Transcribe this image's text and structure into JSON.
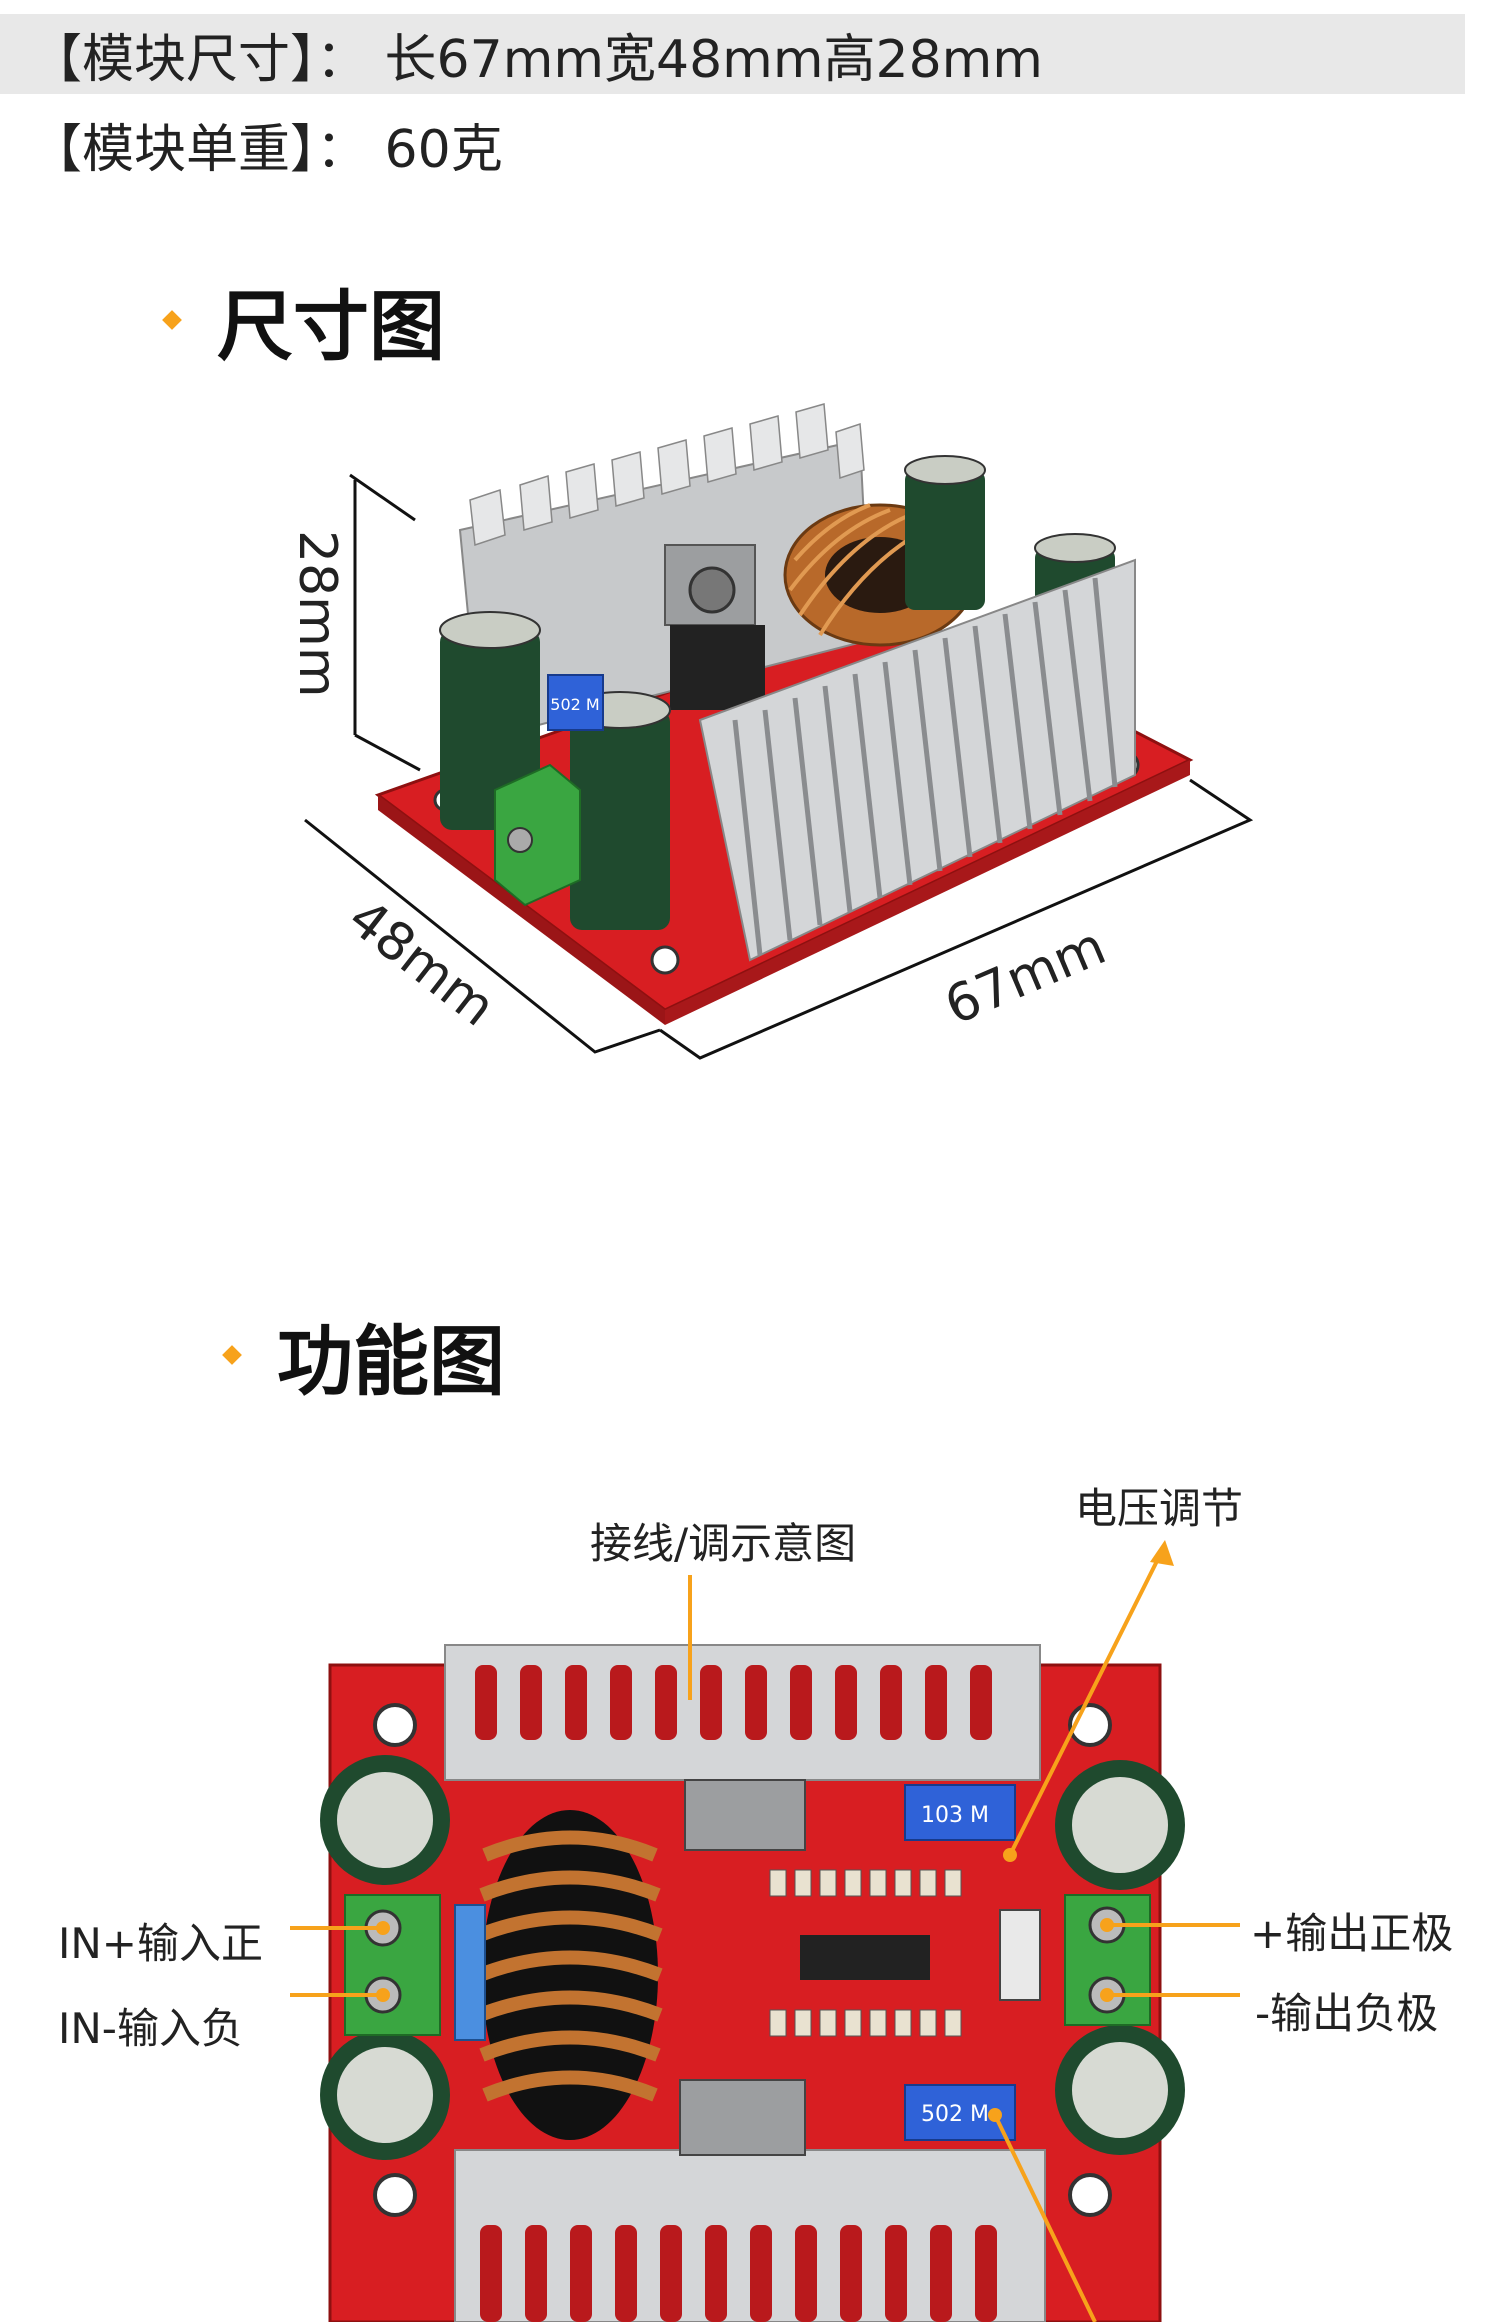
{
  "specs": {
    "size_line": "【模块尺寸】：  长67mm宽48mm高28mm",
    "weight_line": "【模块单重】：  60克"
  },
  "sections": {
    "dimension_title": "尺寸图",
    "function_title": "功能图"
  },
  "dimension_labels": {
    "height": "28mm",
    "width": "48mm",
    "length": "67mm"
  },
  "function_labels": {
    "wiring": "接线/调示意图",
    "voltage_adjust": "电压调节",
    "in_plus": "IN+输入正",
    "in_minus": "IN-输入负",
    "out_plus": "+输出正极",
    "out_minus": "-输出负极"
  },
  "board_markings": {
    "pot_top": "103 M",
    "pot_bottom": "502 M",
    "pot_dim": "502 M"
  },
  "colors": {
    "accent": "#f7a21b",
    "pcb": "#d81e22",
    "terminal": "#3aa641",
    "capacitor": "#1f4a2e",
    "copper": "#b8692a",
    "heatsink": "#d4d6d8",
    "pot": "#2f62d8"
  }
}
